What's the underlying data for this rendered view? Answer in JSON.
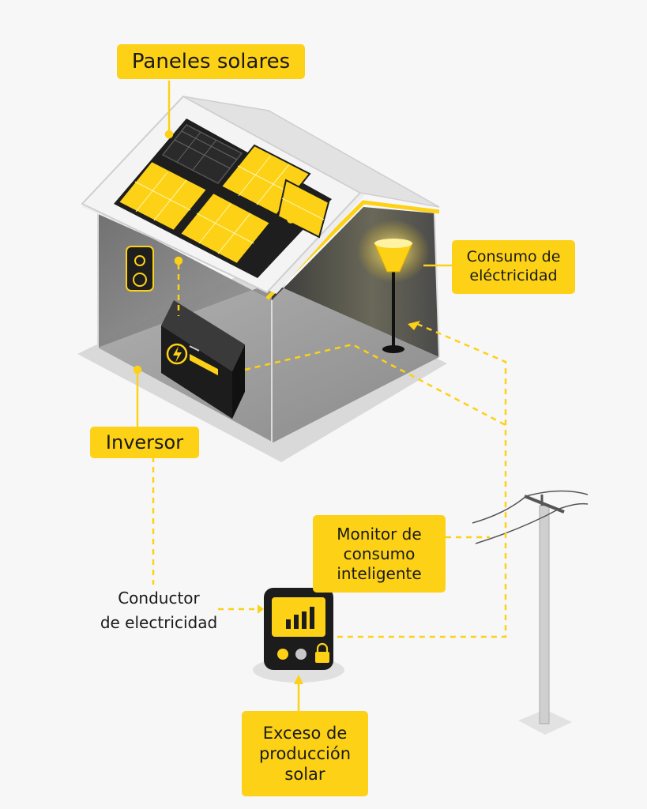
{
  "labels": {
    "solar_panels": "Paneles solares",
    "consumption": [
      "Consumo de",
      "eléctricidad"
    ],
    "inverter": "Inversor",
    "smart_monitor": [
      "Monitor de",
      "consumo",
      "inteligente"
    ],
    "conductor": [
      "Conductor",
      "de electricidad"
    ],
    "solar_excess": [
      "Exceso de",
      "producción",
      "solar"
    ]
  },
  "colors": {
    "accent": "#fcd116",
    "dark": "#1c1c1c",
    "background": "#f7f7f8"
  },
  "icons": [
    "bolt-icon",
    "bar-chart-icon",
    "lock-icon",
    "lamp-icon",
    "speaker-icon"
  ]
}
